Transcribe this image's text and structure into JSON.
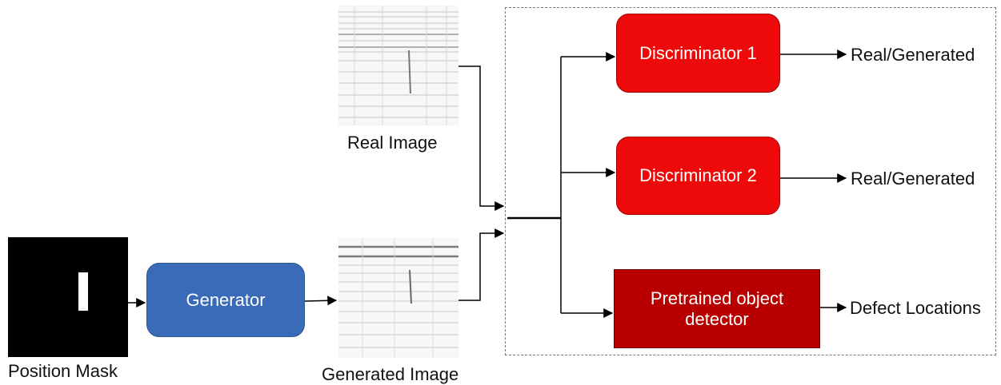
{
  "inputs": {
    "position_mask_label": "Position Mask",
    "real_image_label": "Real Image",
    "generated_image_label": "Generated Image"
  },
  "blocks": {
    "generator": "Generator",
    "discriminator_1": "Discriminator 1",
    "discriminator_2": "Discriminator 2",
    "object_detector": "Pretrained object detector"
  },
  "outputs": {
    "discriminator_1_output": "Real/Generated",
    "discriminator_2_output": "Real/Generated",
    "detector_output": "Defect Locations"
  },
  "colors": {
    "generator": "#3a6bb8",
    "discriminator": "#ee0a0a",
    "detector": "#b80000",
    "mask_background": "#000000"
  }
}
